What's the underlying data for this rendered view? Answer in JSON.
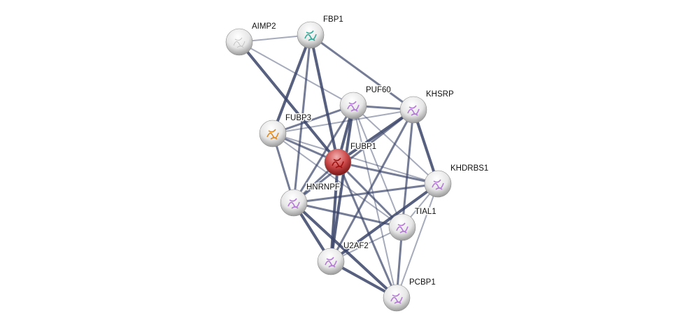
{
  "network": {
    "query_node": "FUBP1",
    "nodes": [
      {
        "id": "AIMP2",
        "icon": "blank-structure"
      },
      {
        "id": "FBP1",
        "icon": "multicolor-structure"
      },
      {
        "id": "PUF60",
        "icon": "purple-structure"
      },
      {
        "id": "KHSRP",
        "icon": "purple-structure"
      },
      {
        "id": "FUBP3",
        "icon": "rainbow-structure"
      },
      {
        "id": "FUBP1",
        "icon": "red-structure"
      },
      {
        "id": "KHDRBS1",
        "icon": "purple-helix-structure"
      },
      {
        "id": "HNRNPF",
        "icon": "purple-structure"
      },
      {
        "id": "TIAL1",
        "icon": "purple-structure"
      },
      {
        "id": "U2AF2",
        "icon": "purple-structure"
      },
      {
        "id": "PCBP1",
        "icon": "purple-structure"
      }
    ],
    "edges": [
      [
        "AIMP2",
        "FBP1",
        1
      ],
      [
        "AIMP2",
        "FUBP1",
        3
      ],
      [
        "AIMP2",
        "PUF60",
        1
      ],
      [
        "FBP1",
        "FUBP3",
        3
      ],
      [
        "FBP1",
        "HNRNPF",
        2
      ],
      [
        "FBP1",
        "FUBP1",
        3
      ],
      [
        "FBP1",
        "KHSRP",
        2
      ],
      [
        "PUF60",
        "KHSRP",
        2
      ],
      [
        "PUF60",
        "FUBP3",
        2
      ],
      [
        "PUF60",
        "FUBP1",
        3
      ],
      [
        "PUF60",
        "HNRNPF",
        2
      ],
      [
        "PUF60",
        "U2AF2",
        3
      ],
      [
        "PUF60",
        "TIAL1",
        1
      ],
      [
        "PUF60",
        "PCBP1",
        1
      ],
      [
        "PUF60",
        "KHDRBS1",
        1
      ],
      [
        "KHSRP",
        "FUBP3",
        1
      ],
      [
        "KHSRP",
        "FUBP1",
        3
      ],
      [
        "KHSRP",
        "HNRNPF",
        2
      ],
      [
        "KHSRP",
        "KHDRBS1",
        3
      ],
      [
        "KHSRP",
        "TIAL1",
        2
      ],
      [
        "KHSRP",
        "U2AF2",
        2
      ],
      [
        "FUBP3",
        "FUBP1",
        2
      ],
      [
        "FUBP3",
        "HNRNPF",
        2
      ],
      [
        "FUBP3",
        "KHDRBS1",
        1
      ],
      [
        "FUBP3",
        "TIAL1",
        1
      ],
      [
        "FUBP1",
        "KHDRBS1",
        2
      ],
      [
        "FUBP1",
        "HNRNPF",
        2
      ],
      [
        "FUBP1",
        "U2AF2",
        3
      ],
      [
        "FUBP1",
        "TIAL1",
        2
      ],
      [
        "FUBP1",
        "PCBP1",
        2
      ],
      [
        "HNRNPF",
        "KHDRBS1",
        2
      ],
      [
        "HNRNPF",
        "TIAL1",
        2
      ],
      [
        "HNRNPF",
        "U2AF2",
        3
      ],
      [
        "HNRNPF",
        "PCBP1",
        3
      ],
      [
        "KHDRBS1",
        "U2AF2",
        3
      ],
      [
        "KHDRBS1",
        "TIAL1",
        1
      ],
      [
        "KHDRBS1",
        "PCBP1",
        1
      ],
      [
        "TIAL1",
        "U2AF2",
        1
      ],
      [
        "TIAL1",
        "PCBP1",
        2
      ],
      [
        "U2AF2",
        "PCBP1",
        3
      ]
    ],
    "colors": {
      "edge": "#3a4468",
      "query_node": "#c0393b",
      "node": "#e8e8e8"
    }
  }
}
